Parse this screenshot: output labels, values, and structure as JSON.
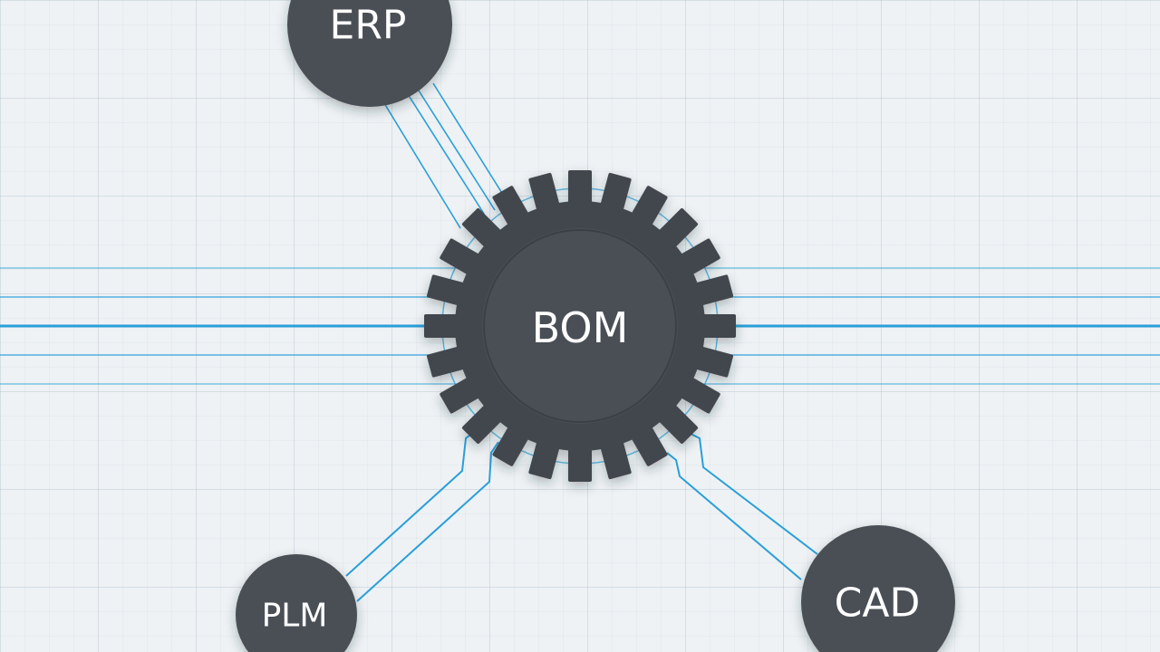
{
  "diagram": {
    "hub": {
      "label": "BOM"
    },
    "nodes": {
      "erp": {
        "label": "ERP"
      },
      "plm": {
        "label": "PLM"
      },
      "cad": {
        "label": "CAD"
      }
    }
  },
  "colors": {
    "background": "#eef2f5",
    "node_fill": "#4a4f55",
    "gear_fill": "#42474d",
    "connector_line": "#2a9fd8",
    "label_text": "#ffffff"
  }
}
